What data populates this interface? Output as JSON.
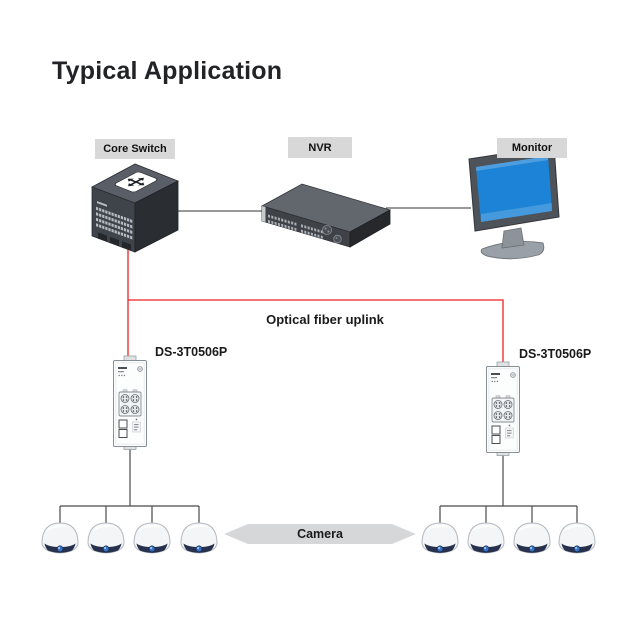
{
  "title": "Typical Application",
  "diagram": {
    "nodes": {
      "core_switch": {
        "label": "Core Switch"
      },
      "nvr": {
        "label": "NVR"
      },
      "monitor": {
        "label": "Monitor"
      },
      "switch_left": {
        "model": "DS-3T0506P"
      },
      "switch_right": {
        "model": "DS-3T0506P"
      },
      "cameras_left": {
        "count": 4,
        "type": "dome-camera"
      },
      "cameras_right": {
        "count": 4,
        "type": "dome-camera"
      }
    },
    "annotations": {
      "uplink": "Optical fiber uplink",
      "camera_arrow": "Camera"
    },
    "connections": [
      {
        "from": "core_switch",
        "to": "nvr",
        "type": "cable"
      },
      {
        "from": "nvr",
        "to": "monitor",
        "type": "cable"
      },
      {
        "from": "core_switch",
        "to": "switch_left",
        "type": "optical-fiber-uplink"
      },
      {
        "from": "core_switch",
        "to": "switch_right",
        "type": "optical-fiber-uplink"
      },
      {
        "from": "switch_left",
        "to": "cameras_left",
        "type": "cable"
      },
      {
        "from": "switch_right",
        "to": "cameras_right",
        "type": "cable"
      }
    ],
    "colors": {
      "fiber_line": "#ee2224",
      "cable_line": "#5a5a5a",
      "camera_cable": "#4a4a4a",
      "label_box_bg": "#d8d8d8",
      "screen_blue": "#1d83d6",
      "arrow_bg": "#d6d7d9"
    }
  }
}
